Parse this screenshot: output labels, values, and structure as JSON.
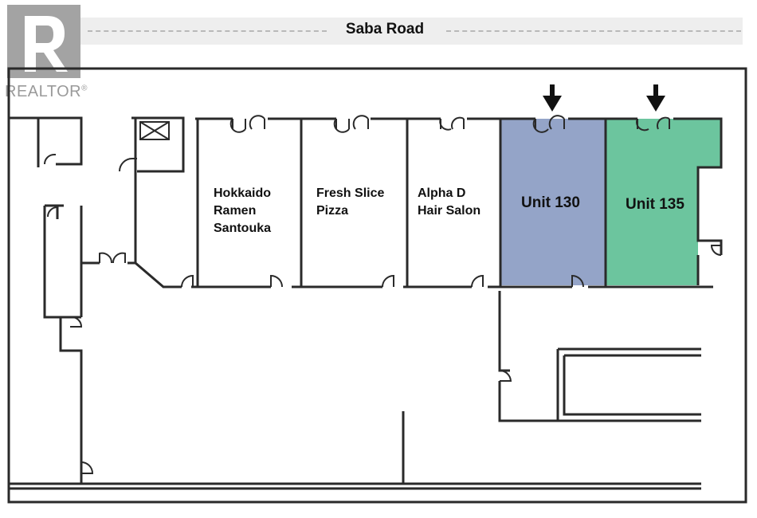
{
  "road": {
    "name": "Saba Road"
  },
  "logo": {
    "text": "REALTOR",
    "mark": "®"
  },
  "units": {
    "hokkaido": {
      "lines": [
        "Hokkaido",
        "Ramen",
        "Santouka"
      ]
    },
    "fresh_slice": {
      "lines": [
        "Fresh Slice",
        "Pizza"
      ]
    },
    "alpha_d": {
      "lines": [
        "Alpha D",
        "Hair Salon"
      ]
    },
    "unit_130": {
      "label": "Unit 130",
      "fill": "#94a4c8"
    },
    "unit_135": {
      "label": "Unit 135",
      "fill": "#6cc59e"
    }
  },
  "colors": {
    "wall": "#2a2a2a",
    "arrow": "#111111"
  }
}
